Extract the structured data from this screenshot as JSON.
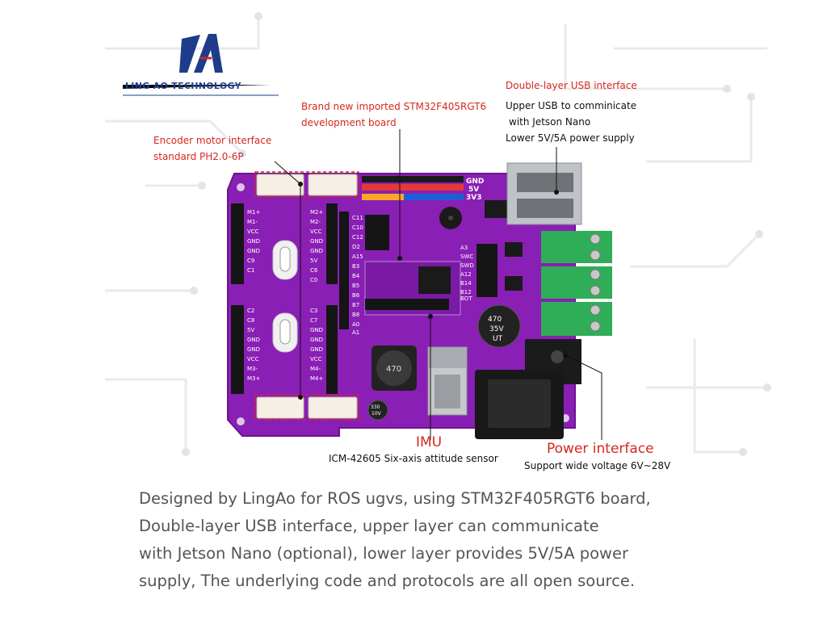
{
  "logo": {
    "text": "LING AO TECHNOLOGY"
  },
  "callouts": {
    "usb_title": "Double-layer USB interface",
    "usb_line1": "Upper USB to comminicate",
    "usb_line2": "with Jetson Nano",
    "usb_line3": "Lower 5V/5A power supply",
    "stm_line1": "Brand new imported STM32F405RGT6",
    "stm_line2": "development board",
    "enc_line1": "Encoder motor interface",
    "enc_line2": "standard PH2.0-6P",
    "imu_title": "IMU",
    "imu_sub": "ICM-42605 Six-axis attitude sensor",
    "power_title": "Power interface",
    "power_sub": "Support wide voltage 6V~28V"
  },
  "description": {
    "line1": "Designed by LingAo for ROS ugvs, using STM32F405RGT6 board,",
    "line2": "Double-layer USB interface, upper layer can communicate",
    "line3": "with Jetson Nano (optional), lower layer provides 5V/5A power",
    "line4": "supply, The underlying code and protocols are all open source."
  },
  "board": {
    "left_pins_top": [
      "M1+",
      "M1-",
      "VCC",
      "GND",
      "GND",
      "C9",
      "C1"
    ],
    "left_pins_bottom": [
      "C2",
      "C8",
      "5V",
      "GND",
      "GND",
      "VCC",
      "M3-",
      "M3+"
    ],
    "mid_pins_top": [
      "M2+",
      "M2-",
      "VCC",
      "GND",
      "GND",
      "5V",
      "C6",
      "C0"
    ],
    "mid_pins_bottom": [
      "C3",
      "C7",
      "GND",
      "GND",
      "GND",
      "VCC",
      "M4-",
      "M4+"
    ],
    "gpio_labels": [
      "C11",
      "C10",
      "C12",
      "D2",
      "A15",
      "B3",
      "B4",
      "B5",
      "B6",
      "B7",
      "B8",
      "A0",
      "A1"
    ],
    "right_gpio_labels": [
      "A3",
      "SWC",
      "SWD",
      "A12",
      "B14",
      "B12",
      "BOT"
    ],
    "header_labels": [
      "GND",
      "5V",
      "3V3"
    ],
    "inductor_label": "470",
    "cap_label_1": "470",
    "cap_label_2": "35V",
    "cap_label_3": "UT",
    "small_cap_1": "330",
    "small_cap_2": "10V"
  }
}
